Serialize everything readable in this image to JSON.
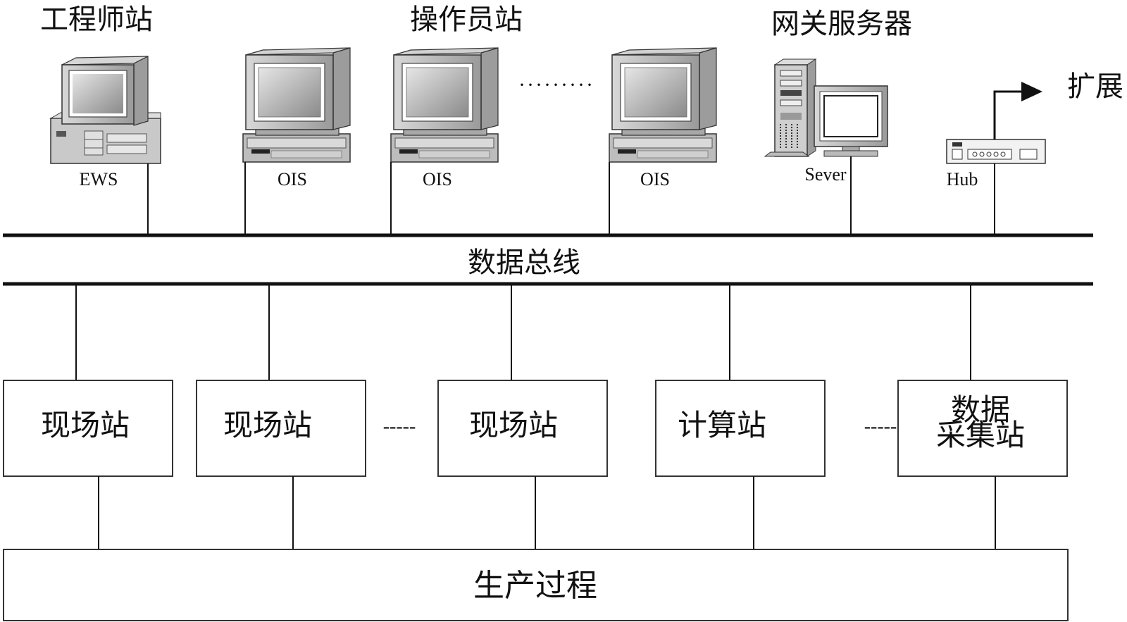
{
  "top_labels": {
    "engineer_station": "工程师站",
    "operator_station": "操作员站",
    "gateway_server": "网关服务器",
    "expand": "扩展"
  },
  "devices": [
    {
      "id": "ews",
      "label": "EWS"
    },
    {
      "id": "ois1",
      "label": "OIS"
    },
    {
      "id": "ois2",
      "label": "OIS"
    },
    {
      "id": "ois3",
      "label": "OIS"
    },
    {
      "id": "server",
      "label": "Sever"
    },
    {
      "id": "hub",
      "label": "Hub"
    }
  ],
  "ellipsis_top": "·········",
  "data_bus_label": "数据总线",
  "stations": [
    {
      "label": "现场站"
    },
    {
      "label": "现场站"
    },
    {
      "label": "现场站"
    },
    {
      "label": "计算站"
    },
    {
      "label_line1": "数据",
      "label_line2": "采集站"
    }
  ],
  "ellipsis_mid": "-----",
  "process_label": "生产过程",
  "icons": {
    "computer": "desktop-computer-icon",
    "monitor": "crt-monitor-icon",
    "server": "tower-server-icon",
    "hub": "network-hub-icon",
    "arrow": "right-arrow-icon"
  }
}
